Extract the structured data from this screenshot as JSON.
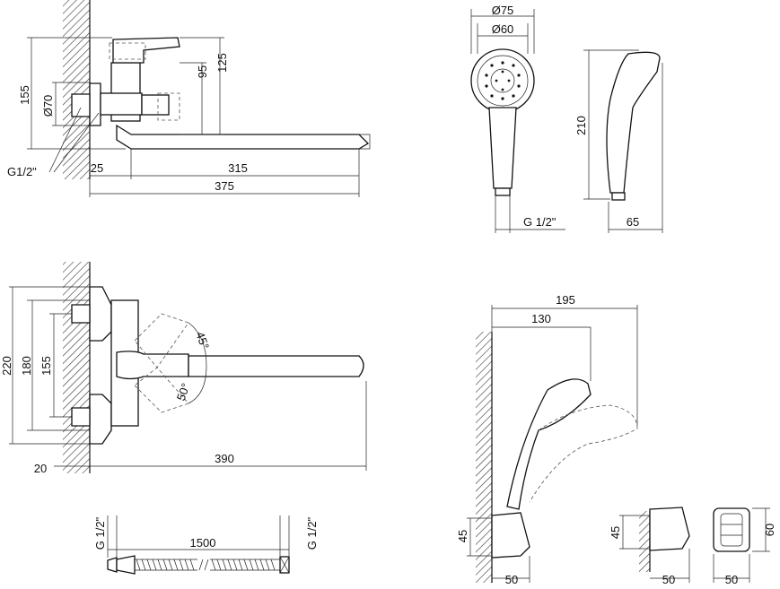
{
  "views": {
    "side": {
      "dims": {
        "d155": "155",
        "d125": "125",
        "d95": "95",
        "d70": "Ø70",
        "d25": "25",
        "d315": "315",
        "d375": "375",
        "thread": "G1/2\""
      }
    },
    "handshower_front": {
      "dims": {
        "d75": "Ø75",
        "d60": "Ø60",
        "thread": "G 1/2\""
      }
    },
    "handshower_side": {
      "dims": {
        "d210": "210",
        "d65": "65"
      }
    },
    "top": {
      "dims": {
        "d220": "220",
        "d180": "180",
        "d155": "155",
        "d20": "20",
        "d390": "390",
        "a45": "45°",
        "a50": "50°"
      }
    },
    "holder": {
      "dims": {
        "d195": "195",
        "d130": "130",
        "d45": "45",
        "d50": "50"
      }
    },
    "holder_detail": {
      "dims": {
        "d45": "45",
        "d50": "50"
      }
    },
    "holder_front": {
      "dims": {
        "d60": "60",
        "d50": "50"
      }
    },
    "hose": {
      "dims": {
        "d1500": "1500",
        "thread_left": "G 1/2\"",
        "thread_right": "G 1/2\""
      }
    }
  }
}
